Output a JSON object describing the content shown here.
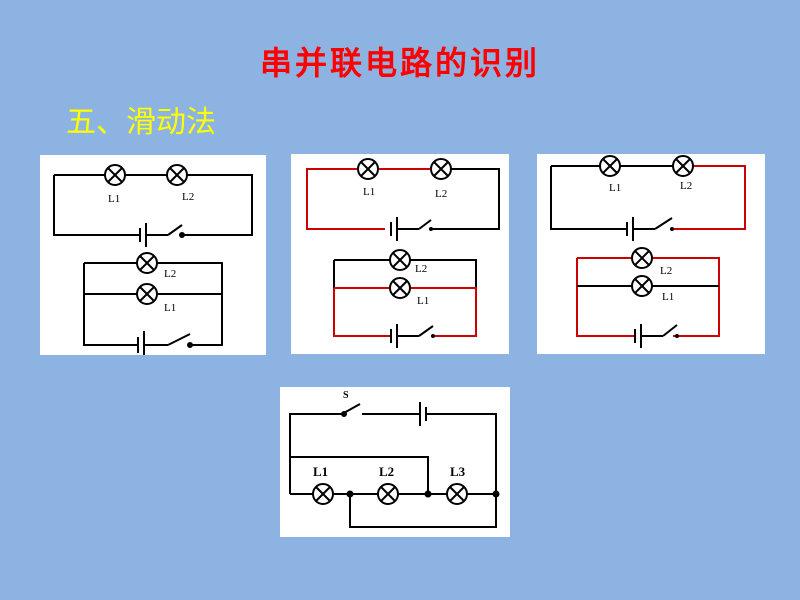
{
  "title": "串并联电路的识别",
  "subtitle": "五、滑动法",
  "colors": {
    "background": "#8db3e2",
    "title": "#ff0000",
    "subtitle": "#ffff00",
    "highlight_wire": "#cc0000"
  },
  "diagram1": {
    "top": {
      "lamp_left": "L1",
      "lamp_right": "L2"
    },
    "bottom": {
      "lamp_top": "L2",
      "lamp_bottom": "L1"
    }
  },
  "diagram2": {
    "top": {
      "lamp_left": "L1",
      "lamp_right": "L2"
    },
    "bottom": {
      "lamp_top": "L2",
      "lamp_bottom": "L1"
    }
  },
  "diagram3": {
    "top": {
      "lamp_left": "L1",
      "lamp_right": "L2"
    },
    "bottom": {
      "lamp_top": "L2",
      "lamp_bottom": "L1"
    }
  },
  "diagram4": {
    "switch": "S",
    "lamps": [
      "L1",
      "L2",
      "L3"
    ]
  }
}
